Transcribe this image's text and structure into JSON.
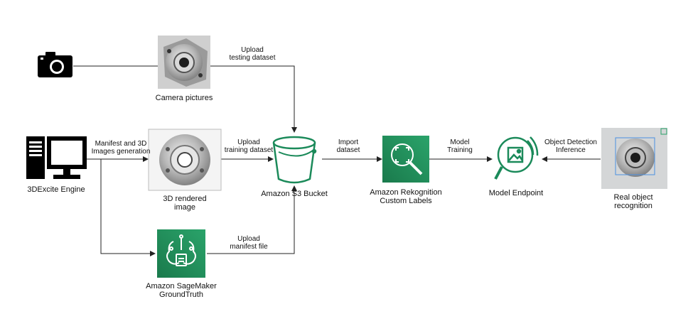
{
  "nodes": {
    "camera": {
      "label": ""
    },
    "camera_pictures": {
      "label": "Camera pictures"
    },
    "engine": {
      "label": "3DExcite Engine"
    },
    "rendered_image": {
      "label": "3D rendered\nimage"
    },
    "sagemaker": {
      "label": "Amazon SageMaker\nGroundTruth"
    },
    "s3_bucket": {
      "label": "Amazon S3 Bucket"
    },
    "rekognition": {
      "label": "Amazon Rekognition\nCustom Labels"
    },
    "endpoint": {
      "label": "Model Endpoint"
    },
    "real_object": {
      "label": "Real object\nrecognition"
    }
  },
  "edges": {
    "upload_testing": "Upload\ntesting dataset",
    "manifest_3d": "Manifest and 3D\nImages generation",
    "upload_training": "Upload\ntraining dataset",
    "import_dataset": "Import\ndataset",
    "model_training": "Model\nTraining",
    "object_detection": "Object Detection\nInference",
    "upload_manifest": "Upload\nmanifest file"
  },
  "colors": {
    "aws_green": "#1b8a5a",
    "aws_green_dark": "#1a7a4c",
    "aws_green_light": "#2aa36a",
    "line": "#222222",
    "icon_black": "#000000"
  },
  "icons": [
    "camera-icon",
    "computer-icon",
    "bucket-icon",
    "rekognition-icon",
    "endpoint-icon",
    "sagemaker-icon"
  ]
}
